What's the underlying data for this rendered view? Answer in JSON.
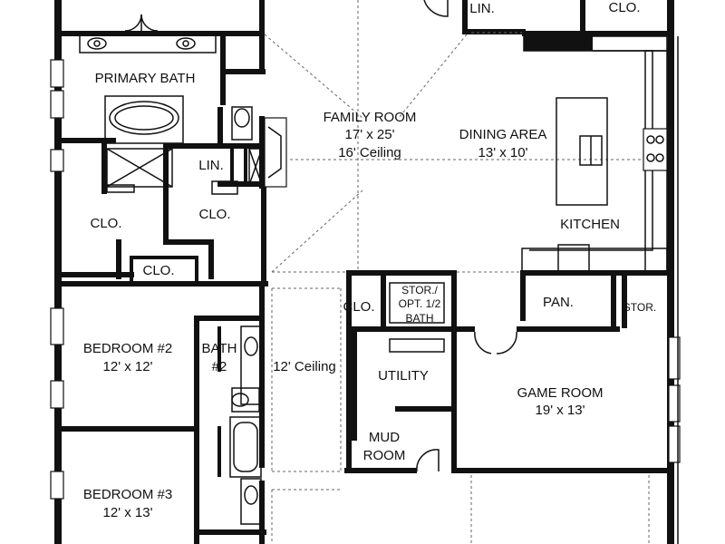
{
  "rooms": {
    "primary_bath": "PRIMARY BATH",
    "family_room": {
      "name": "FAMILY ROOM",
      "size": "17' x 25'",
      "ceiling": "16' Ceiling"
    },
    "dining_area": {
      "name": "DINING AREA",
      "size": "13' x 10'"
    },
    "kitchen": "KITCHEN",
    "lin_top": "LIN.",
    "clo_top": "CLO.",
    "lin_bath": "LIN.",
    "clo_left": "CLO.",
    "clo_right": "CLO.",
    "clo_bottom": "CLO.",
    "clo_hall": "CLO.",
    "stor_half_bath": {
      "line1": "STOR./",
      "line2": "OPT. 1/2",
      "line3": "BATH"
    },
    "pantry": "PAN.",
    "stor": "STOR.",
    "bedroom2": {
      "name": "BEDROOM #2",
      "size": "12' x 12'"
    },
    "bath2": {
      "line1": "BATH",
      "line2": "#2"
    },
    "hall_ceiling": "12' Ceiling",
    "utility": "UTILITY",
    "game_room": {
      "name": "GAME ROOM",
      "size": "19' x 13'"
    },
    "mud_room": {
      "line1": "MUD",
      "line2": "ROOM"
    },
    "bedroom3": {
      "name": "BEDROOM #3",
      "size": "12' x 13'"
    }
  }
}
